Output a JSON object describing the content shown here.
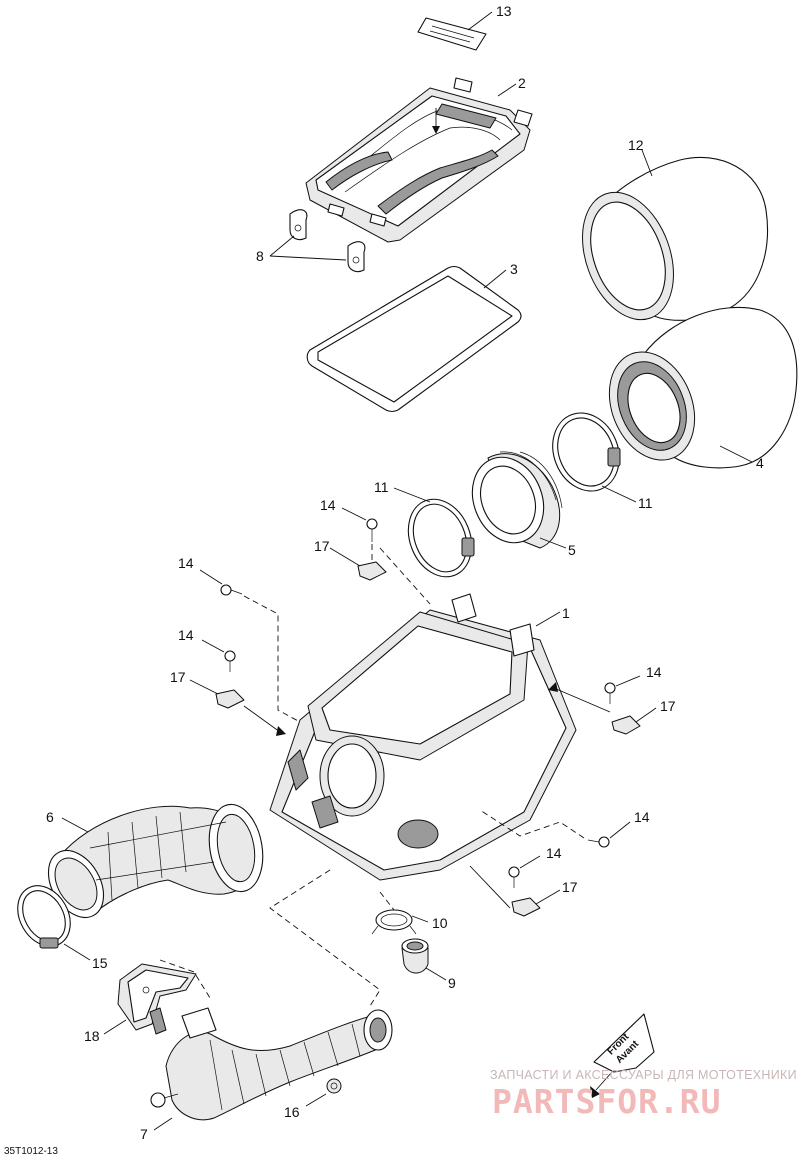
{
  "callouts": {
    "c13": "13",
    "c2": "2",
    "c12": "12",
    "c8": "8",
    "c3": "3",
    "c4": "4",
    "c11a": "11",
    "c11b": "11",
    "c14a": "14",
    "c5": "5",
    "c17a": "17",
    "c14b": "14",
    "c1": "1",
    "c14c": "14",
    "c17b": "17",
    "c14d": "14",
    "c17c": "17",
    "c6": "6",
    "c14e": "14",
    "c14f": "14",
    "c17d": "17",
    "c10": "10",
    "c15": "15",
    "c9": "9",
    "c18": "18",
    "c16": "16",
    "c7": "7"
  },
  "front_tag": {
    "line1": "Front",
    "line2": "Avant"
  },
  "drawing_ref": "35T1012-13",
  "watermark": {
    "subtitle": "ЗАПЧАСТИ И АКСЕССУАРЫ ДЛЯ МОТОТЕХНИКИ",
    "brand": "PARTSFOR.RU",
    "color": "#f2b9b9"
  }
}
